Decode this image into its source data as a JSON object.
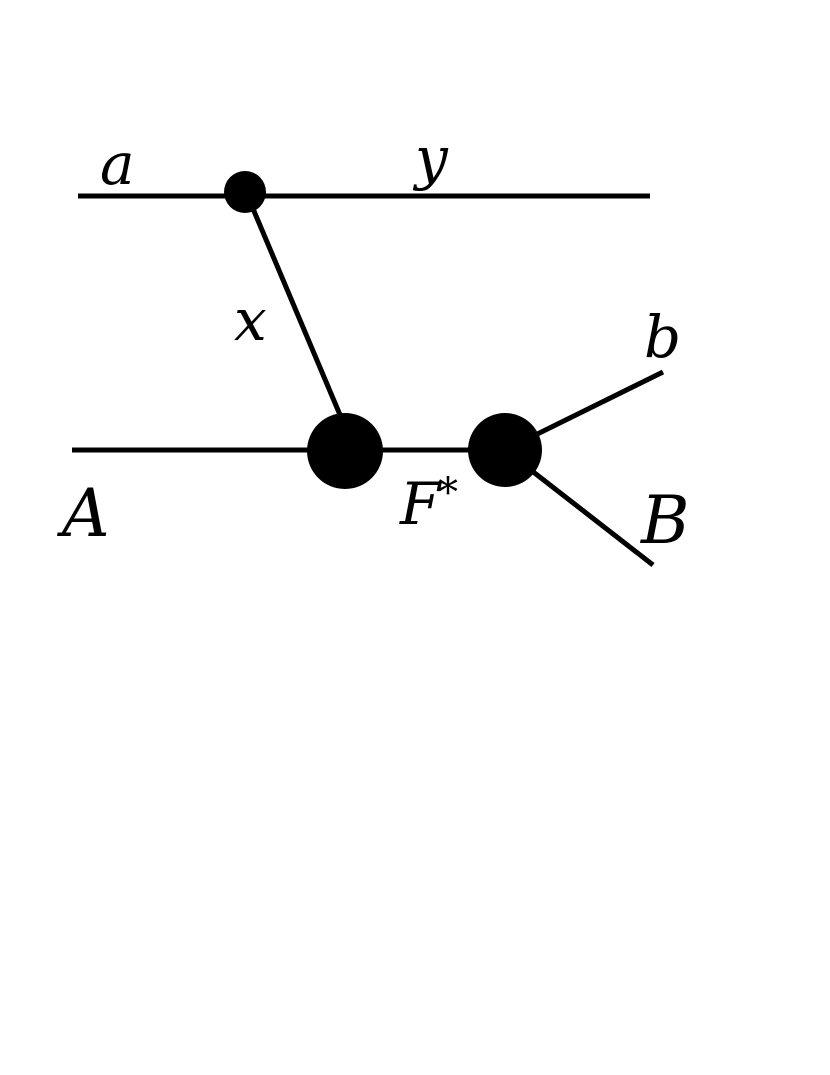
{
  "diagram": {
    "labels": {
      "a": "a",
      "y": "y",
      "x": "x",
      "b": "b",
      "A": "A",
      "F": "F",
      "star": "*",
      "B": "B"
    },
    "colors": {
      "ink": "#000000",
      "background": "#ffffff"
    }
  }
}
